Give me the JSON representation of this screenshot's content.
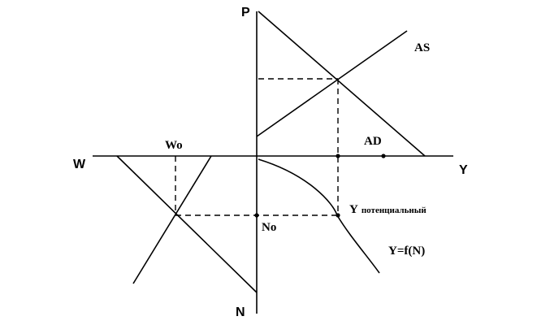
{
  "labels": {
    "p_axis": "P",
    "n_axis": "N",
    "y_axis": "Y",
    "w_axis": "W",
    "as_curve": "AS",
    "ad_curve": "AD",
    "wage": "Wo",
    "employment": "No",
    "y_main": "Y",
    "y_sub": "потенциальный",
    "production_function": "Y=f(N)"
  }
}
